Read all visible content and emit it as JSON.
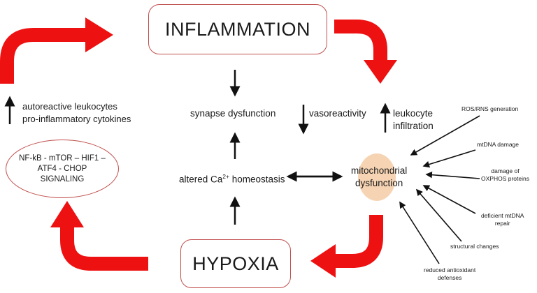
{
  "nodes": {
    "inflammation": "INFLAMMATION",
    "hypoxia": "HYPOXIA",
    "synapse": "synapse dysfunction",
    "calcium": {
      "prefix": "altered Ca",
      "sup": "2+",
      "suffix": " homeostasis"
    },
    "mitochondrial": [
      "mitochondrial",
      "dysfunction"
    ],
    "vasoreactivity": "vasoreactivity",
    "leukocyte": [
      "leukocyte",
      "infiltration"
    ],
    "autoreactive": [
      "autoreactive leukocytes",
      "pro-inflammatory cytokines"
    ],
    "signaling": [
      "NF-kB - mTOR – HIF1 –",
      "ATF4 - CHOP",
      "SIGNALING"
    ]
  },
  "causes": [
    [
      "ROS/RNS generation"
    ],
    [
      "mtDNA damage"
    ],
    [
      "damage of",
      "OXPHOS proteins"
    ],
    [
      "deficient mtDNA",
      "repair"
    ],
    [
      "structural changes"
    ],
    [
      "reduced antioxidant",
      "defenses"
    ]
  ],
  "colors": {
    "cycle_arrow": "#ee1111",
    "box_border": "#c0504d",
    "arrow": "#111111"
  }
}
